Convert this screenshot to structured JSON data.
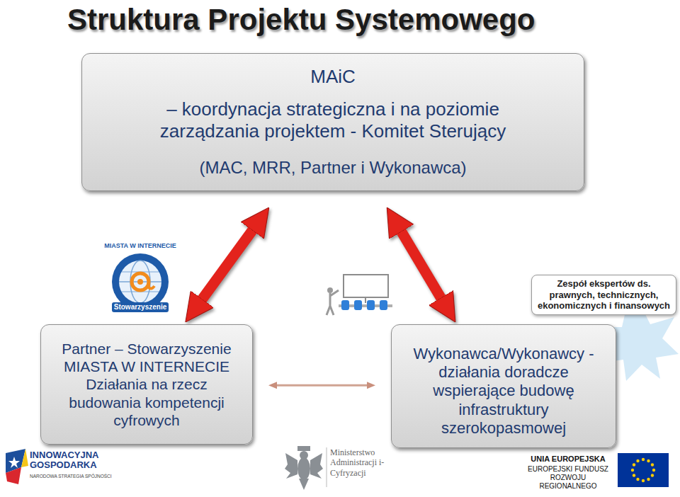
{
  "diagram": {
    "title": "Struktura Projektu Systemowego",
    "nodes": [
      {
        "text": [
          "MAiC",
          "– koordynacja strategiczna i na poziomie zarządzania projektem - Komitet Sterujący",
          "(MAC, MRR, Partner i Wykonawca)"
        ]
      },
      {
        "text": [
          "Partner – Stowarzyszenie MIASTA W INTERNECIE",
          "Działania na rzecz budowania kompetencji cyfrowych"
        ]
      },
      {
        "text": [
          "Wykonawca/Wykonawcy - działania doradcze wspierające budowę infrastruktury szerokopasmowej"
        ]
      },
      {
        "text": [
          "Zespół ekspertów ds. prawnych, technicznych, ekonomicznych i finansowych"
        ]
      }
    ],
    "edges": [
      {
        "from": 0,
        "to": 1,
        "arrow": "both"
      },
      {
        "from": 0,
        "to": 2,
        "arrow": "both"
      },
      {
        "from": 1,
        "to": 2,
        "arrow": "both"
      }
    ],
    "labels": [
      "MIASTA W INTERNECIE",
      "Stowarzyszenie",
      "INNOWACYJNA GOSPODARKA",
      "NARODOWA STRATEGIA SPÓJNOŚCI",
      "Ministerstwo Administracji i-Cyfryzacji",
      "UNIA EUROPEJSKA",
      "EUROPEJSKI FUNDUSZ ROZWOJU REGIONALNEGO"
    ]
  }
}
